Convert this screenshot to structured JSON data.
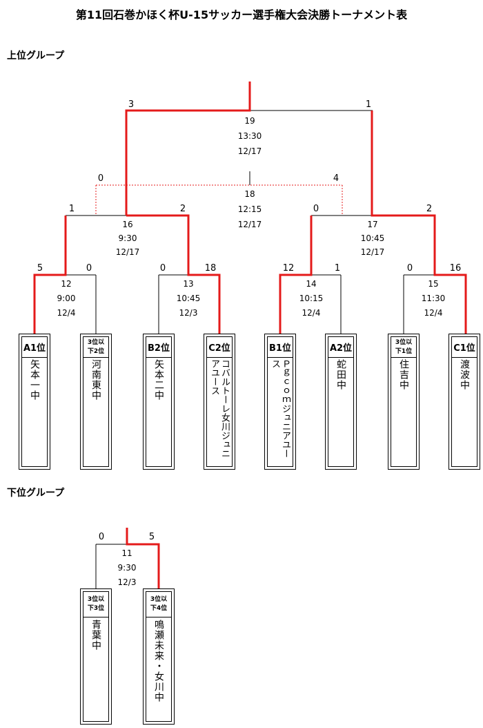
{
  "title": "第11回石巻かほく杯U-15サッカー選手権大会決勝トーナメント表",
  "upper_group_label": "上位グループ",
  "lower_group_label": "下位グループ",
  "matches": {
    "m19": {
      "no": "19",
      "time": "13:30",
      "date": "12/17"
    },
    "m18": {
      "no": "18",
      "time": "12:15",
      "date": "12/17"
    },
    "m16": {
      "no": "16",
      "time": "9:30",
      "date": "12/17"
    },
    "m17": {
      "no": "17",
      "time": "10:45",
      "date": "12/17"
    },
    "m12": {
      "no": "12",
      "time": "9:00",
      "date": "12/4"
    },
    "m13": {
      "no": "13",
      "time": "10:45",
      "date": "12/3"
    },
    "m14": {
      "no": "14",
      "time": "10:15",
      "date": "12/4"
    },
    "m15": {
      "no": "15",
      "time": "11:30",
      "date": "12/4"
    },
    "m11": {
      "no": "11",
      "time": "9:30",
      "date": "12/3"
    }
  },
  "scores": {
    "final_left": "3",
    "final_right": "1",
    "third_left": "0",
    "third_right": "4",
    "m16_left": "1",
    "m16_right": "2",
    "m17_left": "0",
    "m17_right": "2",
    "m12_left": "5",
    "m12_right": "0",
    "m13_left": "0",
    "m13_right": "18",
    "m14_left": "12",
    "m14_right": "1",
    "m15_left": "0",
    "m15_right": "16",
    "m11_left": "0",
    "m11_right": "5"
  },
  "teams": {
    "A1": {
      "rank_line1": "A1位",
      "rank_line2": "",
      "name": "矢本一中"
    },
    "KANAN": {
      "rank_line1": "3位以",
      "rank_line2": "下2位",
      "name": "河南東中"
    },
    "B2": {
      "rank_line1": "B2位",
      "rank_line2": "",
      "name": "矢本二中"
    },
    "C2": {
      "rank_line1": "C2位",
      "rank_line2": "",
      "name": "コバルトーレ女川ジュニアユース"
    },
    "B1": {
      "rank_line1": "B1位",
      "rank_line2": "",
      "name": "Ｐｇｃｏｍジュニアユース"
    },
    "A2": {
      "rank_line1": "A2位",
      "rank_line2": "",
      "name": "蛇田中"
    },
    "SUMIYOSHI": {
      "rank_line1": "3位以",
      "rank_line2": "下1位",
      "name": "住吉中"
    },
    "C1": {
      "rank_line1": "C1位",
      "rank_line2": "",
      "name": "渡波中"
    },
    "AOBA": {
      "rank_line1": "3位以",
      "rank_line2": "下3位",
      "name": "青葉中"
    },
    "NARUSE": {
      "rank_line1": "3位以",
      "rank_line2": "下4位",
      "name": "鳴瀬未来・女川中"
    }
  },
  "colors": {
    "winner_line": "#e41a1a",
    "line": "#000000"
  }
}
